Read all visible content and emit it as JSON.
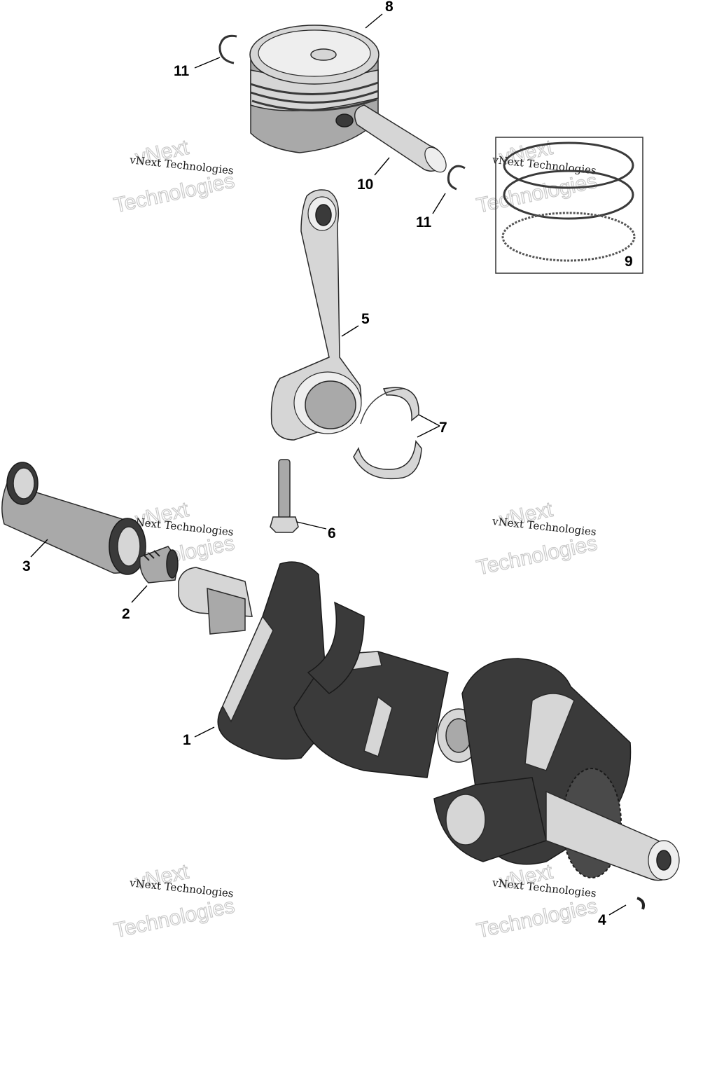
{
  "callouts": {
    "c1": "1",
    "c2": "2",
    "c3": "3",
    "c4": "4",
    "c5": "5",
    "c6": "6",
    "c7": "7",
    "c8": "8",
    "c9": "9",
    "c10": "10",
    "c11a": "11",
    "c11b": "11"
  },
  "watermark": {
    "small": "vNext Technologies",
    "big1": "vNext",
    "big2": "Technologies"
  },
  "colors": {
    "part_light": "#d6d6d6",
    "part_mid": "#a9a9a9",
    "part_dark": "#3a3a3a",
    "outline": "#2a2a2a"
  }
}
